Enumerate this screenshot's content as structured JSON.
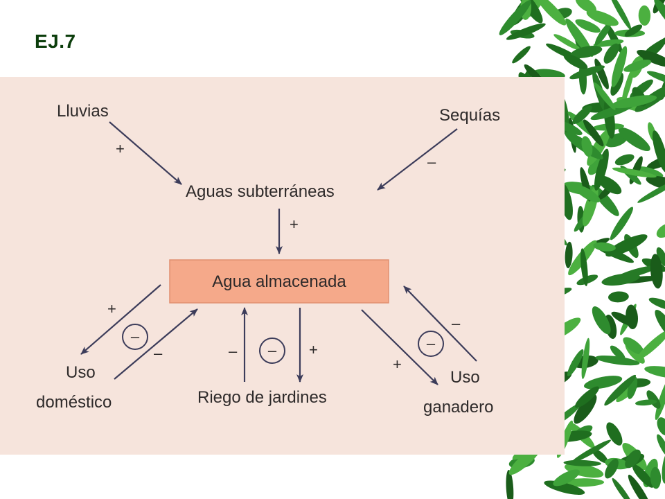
{
  "slide": {
    "title": "EJ.7"
  },
  "diagram": {
    "nodes": {
      "lluvias": "Lluvias",
      "sequias": "Sequías",
      "aguas_subterraneas": "Aguas subterráneas",
      "agua_almacenada": "Agua almacenada",
      "uso_domestico_line1": "Uso",
      "uso_domestico_line2": "doméstico",
      "riego_jardines": "Riego de jardines",
      "uso_ganadero_line1": "Uso",
      "uso_ganadero_line2": "ganadero"
    },
    "signs": {
      "lluvias_to_aguas": "+",
      "sequias_to_aguas": "–",
      "aguas_to_almacenada": "+",
      "almacenada_to_domestico": "+",
      "domestico_to_almacenada": "–",
      "almacenada_to_riego": "+",
      "riego_to_almacenada": "–",
      "almacenada_to_ganadero": "+",
      "ganadero_to_almacenada": "–"
    },
    "loops": {
      "domestico_loop": "–",
      "riego_loop": "–",
      "ganadero_loop": "–"
    },
    "colors": {
      "panel_background": "#f6e4dc",
      "box_fill": "#f5a98a",
      "arrow": "#3c3c5a",
      "title": "#0b3d0b",
      "foliage": "#2e8b2e"
    }
  }
}
